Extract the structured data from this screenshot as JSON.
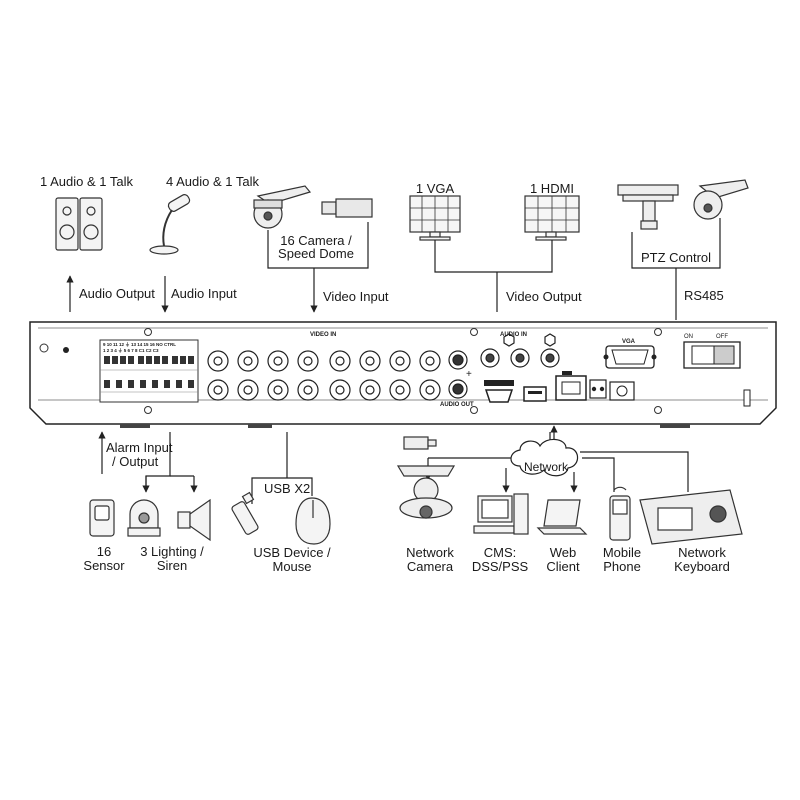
{
  "top_labels": {
    "audio_talk_1": "1 Audio  & 1 Talk",
    "audio_talk_4": "4 Audio & 1 Talk",
    "camera": "16  Camera /",
    "speed_dome": "Speed Dome",
    "vga": "1 VGA",
    "hdmi": "1 HDMI",
    "ptz_control": "PTZ Control",
    "audio_output": "Audio  Output",
    "audio_input": "Audio  Input",
    "video_input": "Video Input",
    "video_output": "Video Output",
    "rs485": "RS485"
  },
  "panel_labels": {
    "video_in": "VIDEO IN",
    "audio_in": "AUDIO IN",
    "audio_out": "AUDIO OUT",
    "hdmi_port": "HDMI",
    "vga_port": "VGA",
    "on": "ON",
    "off": "OFF",
    "alarm_top": "9  10  11  12  ⏚  13  14  15  16 NO CTRL",
    "alarm_bottom": "1  2  3  4  ⏚  5  6  7  8  C1 C2 C3"
  },
  "bottom_labels": {
    "alarm_io_1": "Alarm Input",
    "alarm_io_2": "/ Output",
    "usb": "USB X2",
    "network": "Network",
    "sensor_1": "16",
    "sensor_2": "Sensor",
    "lighting_1": "3 Lighting /",
    "lighting_2": "Siren",
    "usb_device_1": "USB Device /",
    "usb_device_2": "Mouse",
    "net_camera_1": "Network",
    "net_camera_2": "Camera",
    "cms_1": "CMS:",
    "cms_2": "DSS/PSS",
    "web_1": "Web",
    "web_2": "Client",
    "mobile_1": "Mobile",
    "mobile_2": "Phone",
    "keyboard_1": "Network",
    "keyboard_2": "Keyboard"
  }
}
